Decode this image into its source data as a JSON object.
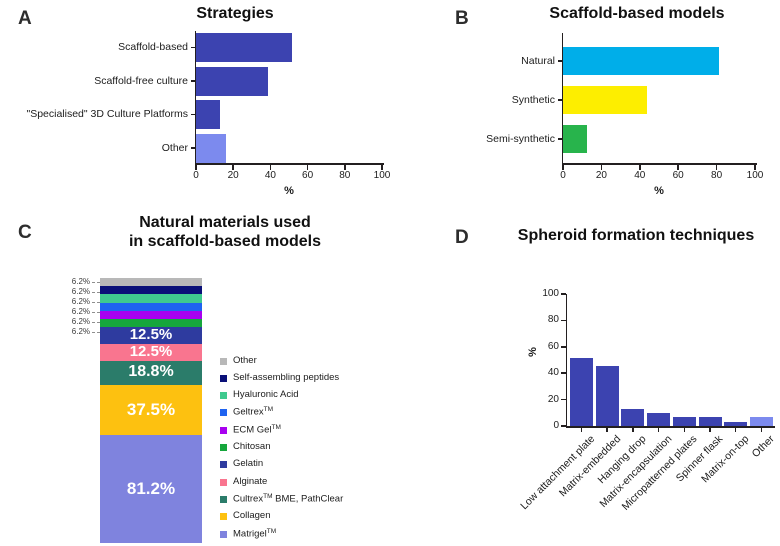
{
  "chart_data": [
    {
      "panel_letter": "A",
      "type": "bar",
      "orientation": "horizontal",
      "title": "Strategies",
      "categories": [
        "Scaffold-based",
        "Scaffold-free culture",
        "\"Specialised\" 3D Culture Platforms",
        "Other"
      ],
      "values": [
        51.6,
        38.7,
        12.9,
        16.1
      ],
      "bar_colors": [
        "#3c43b0",
        "#3c43b0",
        "#3c43b0",
        "#7c8aee"
      ],
      "xlabel": "%",
      "xlim": [
        0,
        100
      ],
      "xticks": [
        0,
        20,
        40,
        60,
        80,
        100
      ],
      "grid": false
    },
    {
      "panel_letter": "B",
      "type": "bar",
      "orientation": "horizontal",
      "title": "Scaffold-based models",
      "categories": [
        "Natural",
        "Synthetic",
        "Semi-synthetic"
      ],
      "values": [
        81.2,
        43.8,
        12.5
      ],
      "bar_colors": [
        "#00aee9",
        "#fdee00",
        "#28b44c"
      ],
      "xlabel": "%",
      "xlim": [
        0,
        100
      ],
      "xticks": [
        0,
        20,
        40,
        60,
        80,
        100
      ],
      "grid": false
    },
    {
      "panel_letter": "C",
      "type": "stacked-bar",
      "title": "Natural materials used",
      "title_line2": "in scaffold-based models",
      "unit": "%",
      "segments_top_to_bottom": [
        {
          "label": "Other",
          "value": 6.2,
          "color": "#b8b8b8"
        },
        {
          "label": "Self-assembling peptides",
          "value": 6.2,
          "color": "#0a1078"
        },
        {
          "label": "Hyaluronic Acid",
          "value": 6.2,
          "color": "#3fca8f"
        },
        {
          "label": "Geltrex",
          "label_sup": "TM",
          "value": 6.2,
          "color": "#1f63f0"
        },
        {
          "label": "ECM Gel",
          "label_sup": "TM",
          "value": 6.2,
          "color": "#a800f0"
        },
        {
          "label": "Chitosan",
          "value": 6.2,
          "color": "#16a63c"
        },
        {
          "label": "Gelatin",
          "value": 12.5,
          "color": "#2e3b9f"
        },
        {
          "label": "Alginate",
          "value": 12.5,
          "color": "#f9758f"
        },
        {
          "label": "Cultrex",
          "label_sup": "TM",
          "label_post": " BME, PathClear",
          "value": 18.8,
          "color": "#2b7c6a"
        },
        {
          "label": "Collagen",
          "value": 37.5,
          "color": "#fdc110"
        },
        {
          "label": "Matrigel",
          "label_sup": "TM",
          "value": 81.2,
          "color": "#7f83de"
        }
      ],
      "legend_position": "right"
    },
    {
      "panel_letter": "D",
      "type": "bar",
      "orientation": "vertical",
      "title": "Spheroid formation techniques",
      "categories": [
        "Low attachment plate",
        "Matrix-embedded",
        "Hanging drop",
        "Matrix-encapsulation",
        "Micropatterned plates",
        "Spinner flask",
        "Matrix-on-top",
        "Other"
      ],
      "values": [
        51.6,
        45.2,
        12.9,
        9.7,
        6.5,
        6.5,
        3.2,
        6.5
      ],
      "bar_colors": [
        "#3c43b0",
        "#3c43b0",
        "#3c43b0",
        "#3c43b0",
        "#3c43b0",
        "#3c43b0",
        "#3c43b0",
        "#7c8aee"
      ],
      "ylabel": "%",
      "ylim": [
        0,
        100
      ],
      "yticks": [
        0,
        20,
        40,
        60,
        80,
        100
      ],
      "grid": false
    }
  ]
}
